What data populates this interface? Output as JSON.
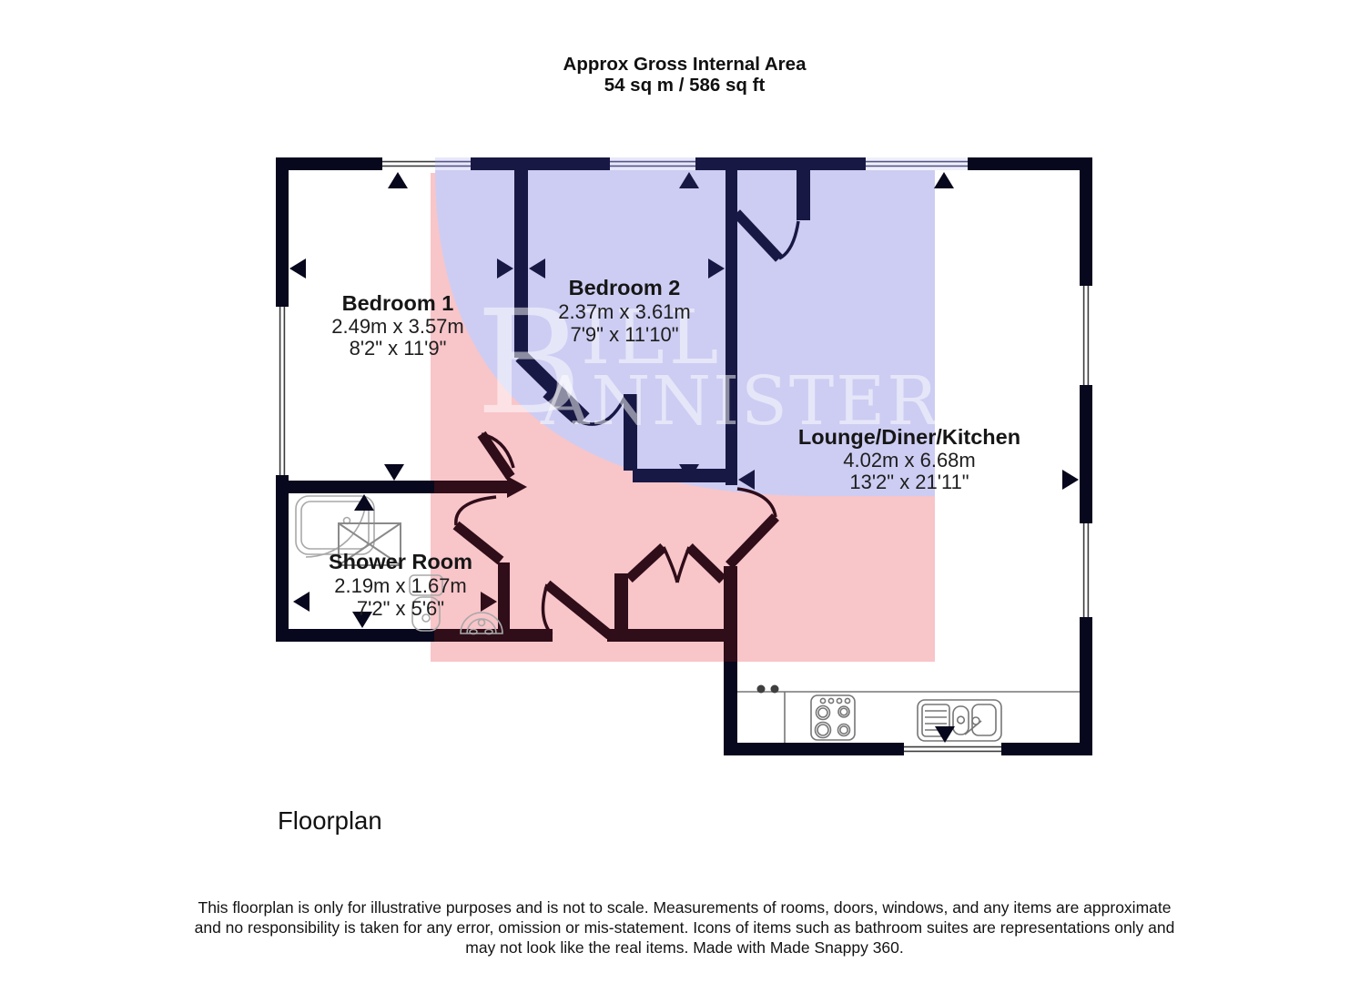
{
  "title": {
    "line1": "Approx Gross Internal Area",
    "line2": "54 sq m / 586 sq ft"
  },
  "rooms": {
    "bedroom1": {
      "name": "Bedroom 1",
      "metric": "2.49m x 3.57m",
      "imperial": "8'2\" x 11'9\""
    },
    "bedroom2": {
      "name": "Bedroom 2",
      "metric": "2.37m x 3.61m",
      "imperial": "7'9\" x 11'10\""
    },
    "lounge": {
      "name": "Lounge/Diner/Kitchen",
      "metric": "4.02m x 6.68m",
      "imperial": "13'2\" x 21'11\""
    },
    "shower": {
      "name": "Shower Room",
      "metric": "2.19m x 1.67m",
      "imperial": "7'2\" x 5'6\""
    }
  },
  "watermark": {
    "initial": "B",
    "line1": "ILL",
    "line2": "ANNISTER"
  },
  "caption": "Floorplan",
  "footer": {
    "line1": "This floorplan is only for illustrative purposes and is not to scale. Measurements of rooms, doors, windows, and any items are approximate",
    "line2": "and no responsibility is taken for any error, omission or mis-statement. Icons of items such as bathroom suites are representations only and",
    "line3": "may not look like the real items. Made with Made Snappy 360."
  },
  "colors": {
    "wall": "#07071d",
    "wall_blue_tint": "#181845",
    "wall_pink_tint": "#2f0d19",
    "watermark_pink": "#f8c5c9",
    "watermark_blue": "#cdcdf3"
  }
}
